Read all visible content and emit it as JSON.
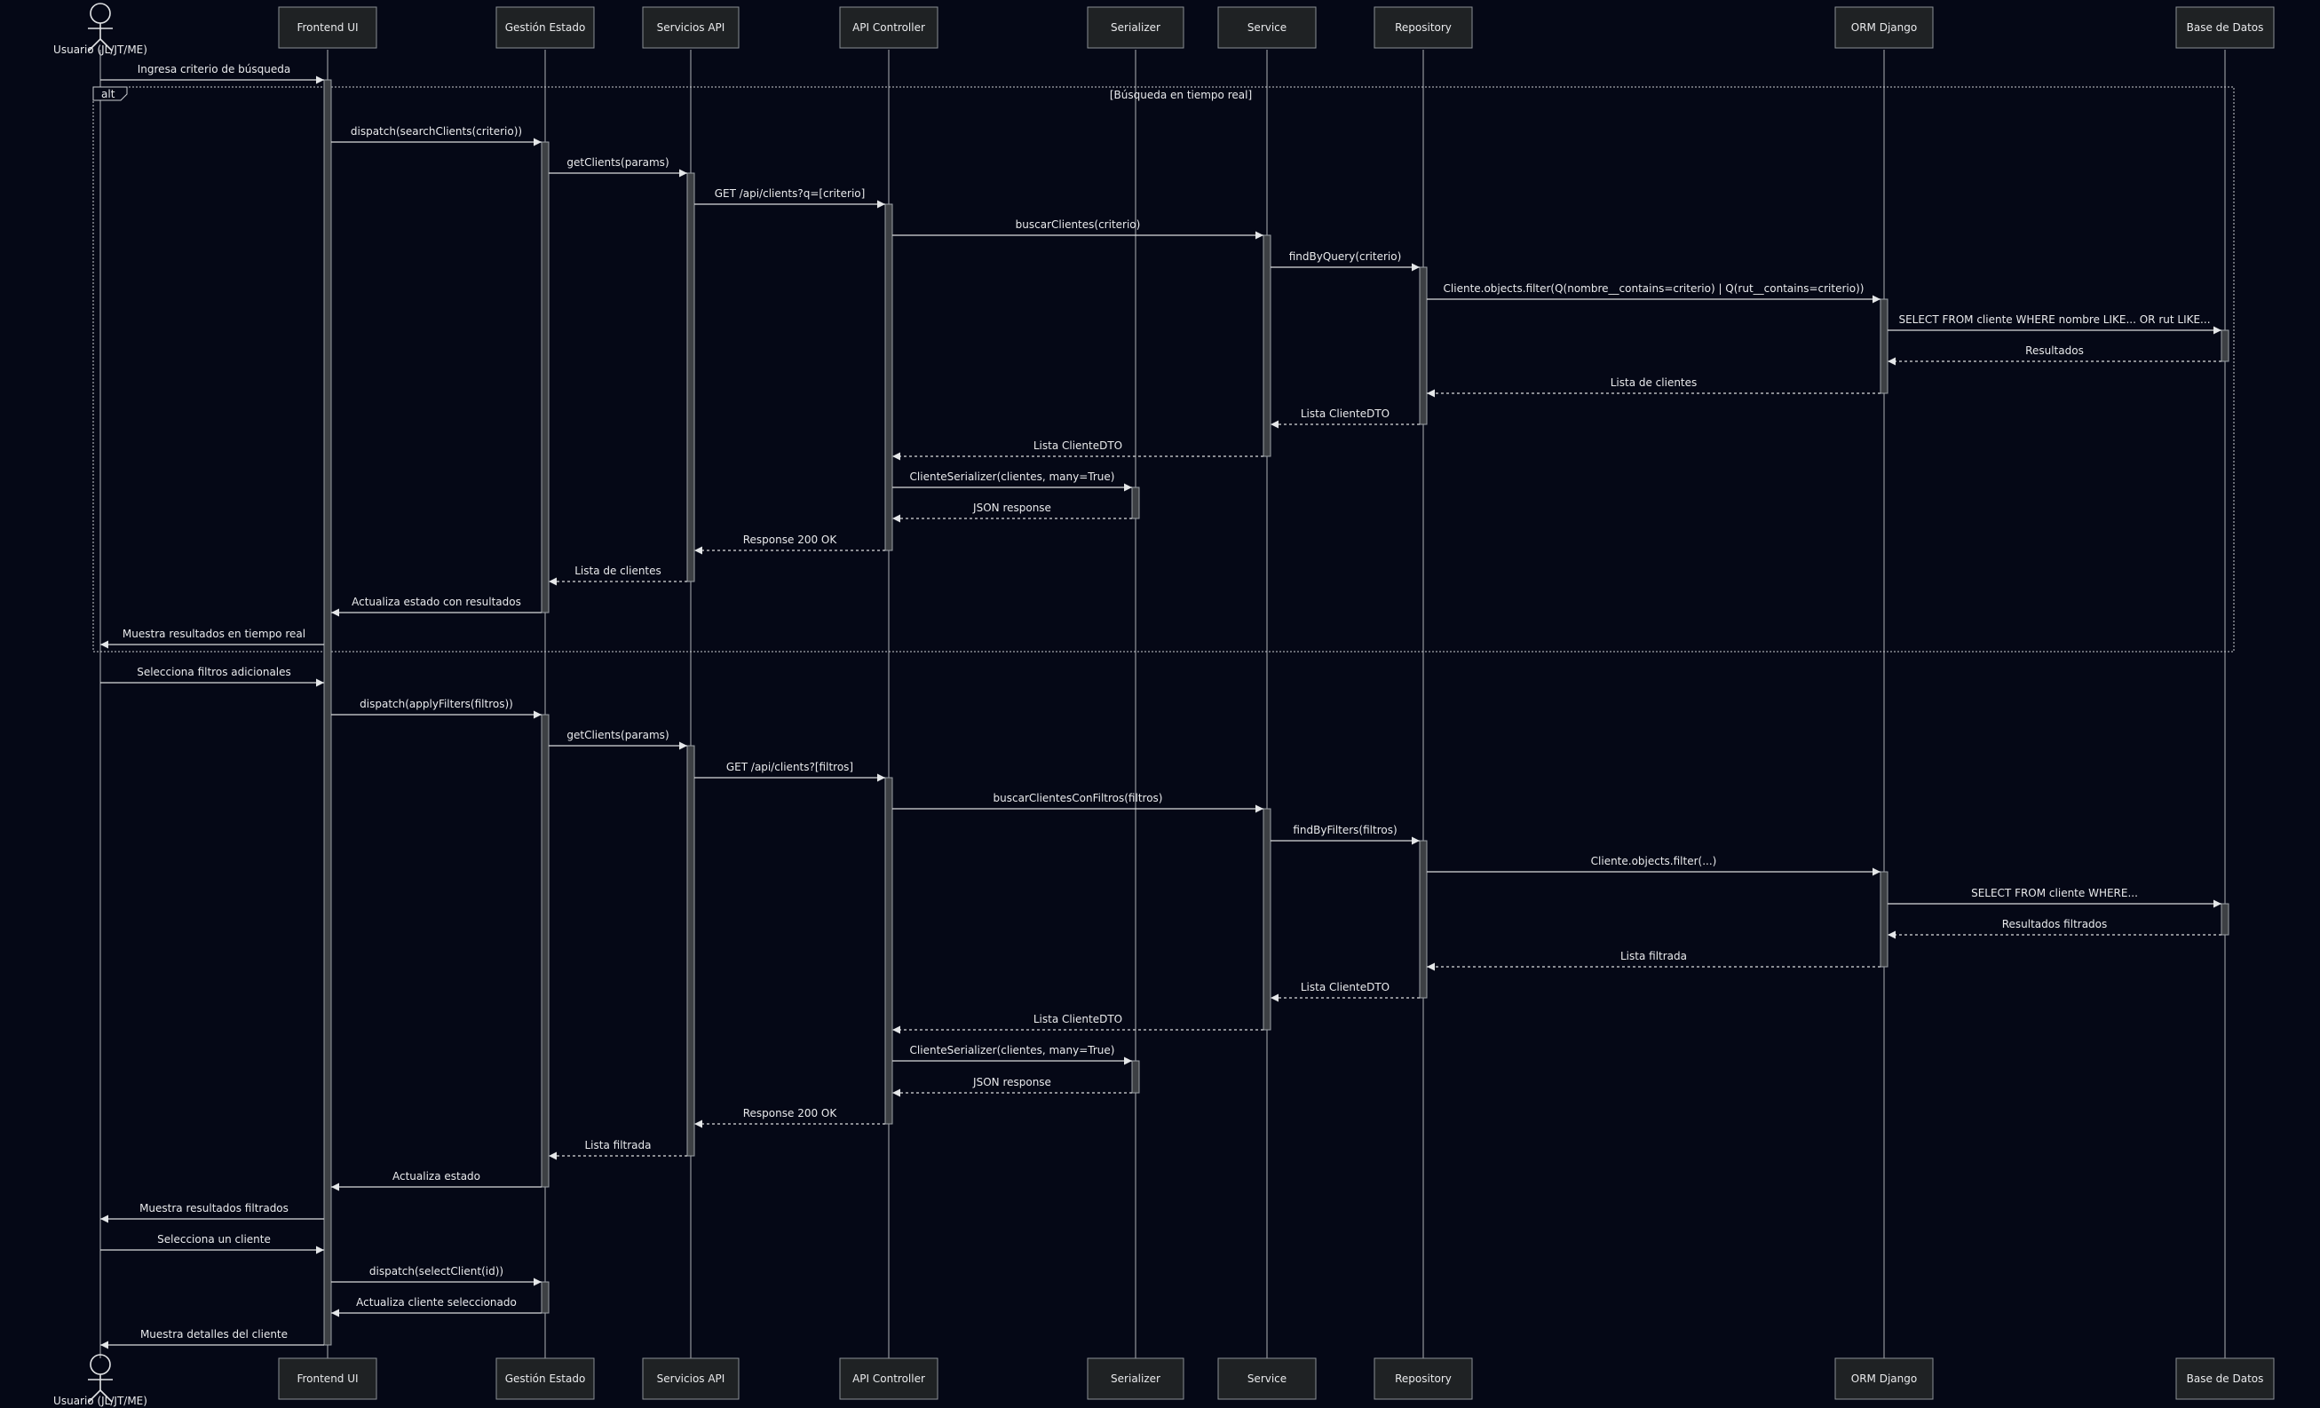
{
  "participants": [
    {
      "id": "usuario",
      "label": "Usuario (JL/JT/ME)",
      "type": "actor"
    },
    {
      "id": "frontend",
      "label": "Frontend UI",
      "type": "box"
    },
    {
      "id": "estado",
      "label": "Gestión Estado",
      "type": "box"
    },
    {
      "id": "api",
      "label": "Servicios API",
      "type": "box"
    },
    {
      "id": "controller",
      "label": "API Controller",
      "type": "box"
    },
    {
      "id": "serializer",
      "label": "Serializer",
      "type": "box"
    },
    {
      "id": "service",
      "label": "Service",
      "type": "box"
    },
    {
      "id": "repository",
      "label": "Repository",
      "type": "box"
    },
    {
      "id": "orm",
      "label": "ORM Django",
      "type": "box"
    },
    {
      "id": "db",
      "label": "Base de Datos",
      "type": "box"
    }
  ],
  "frame": {
    "tag": "alt",
    "title": "[Búsqueda en tiempo real]"
  },
  "messages": [
    {
      "from": "usuario",
      "to": "frontend",
      "label": "Ingresa criterio de búsqueda",
      "style": "solid"
    },
    {
      "from": "frontend",
      "to": "estado",
      "label": "dispatch(searchClients(criterio))",
      "style": "solid"
    },
    {
      "from": "estado",
      "to": "api",
      "label": "getClients(params)",
      "style": "solid"
    },
    {
      "from": "api",
      "to": "controller",
      "label": "GET /api/clients?q=[criterio]",
      "style": "solid"
    },
    {
      "from": "controller",
      "to": "service",
      "label": "buscarClientes(criterio)",
      "style": "solid"
    },
    {
      "from": "service",
      "to": "repository",
      "label": "findByQuery(criterio)",
      "style": "solid"
    },
    {
      "from": "repository",
      "to": "orm",
      "label": "Cliente.objects.filter(Q(nombre__contains=criterio) | Q(rut__contains=criterio))",
      "style": "solid"
    },
    {
      "from": "orm",
      "to": "db",
      "label": "SELECT FROM cliente WHERE nombre LIKE... OR rut LIKE...",
      "style": "solid"
    },
    {
      "from": "db",
      "to": "orm",
      "label": "Resultados",
      "style": "dashed"
    },
    {
      "from": "orm",
      "to": "repository",
      "label": "Lista de clientes",
      "style": "dashed"
    },
    {
      "from": "repository",
      "to": "service",
      "label": "Lista ClienteDTO",
      "style": "dashed"
    },
    {
      "from": "service",
      "to": "controller",
      "label": "Lista ClienteDTO",
      "style": "dashed"
    },
    {
      "from": "controller",
      "to": "serializer",
      "label": "ClienteSerializer(clientes, many=True)",
      "style": "solid"
    },
    {
      "from": "serializer",
      "to": "controller",
      "label": "JSON response",
      "style": "dashed"
    },
    {
      "from": "controller",
      "to": "api",
      "label": "Response 200 OK",
      "style": "dashed"
    },
    {
      "from": "api",
      "to": "estado",
      "label": "Lista de clientes",
      "style": "dashed"
    },
    {
      "from": "estado",
      "to": "frontend",
      "label": "Actualiza estado con resultados",
      "style": "solid"
    },
    {
      "from": "frontend",
      "to": "usuario",
      "label": "Muestra resultados en tiempo real",
      "style": "solid"
    },
    {
      "from": "usuario",
      "to": "frontend",
      "label": "Selecciona filtros adicionales",
      "style": "solid"
    },
    {
      "from": "frontend",
      "to": "estado",
      "label": "dispatch(applyFilters(filtros))",
      "style": "solid"
    },
    {
      "from": "estado",
      "to": "api",
      "label": "getClients(params)",
      "style": "solid"
    },
    {
      "from": "api",
      "to": "controller",
      "label": "GET /api/clients?[filtros]",
      "style": "solid"
    },
    {
      "from": "controller",
      "to": "service",
      "label": "buscarClientesConFiltros(filtros)",
      "style": "solid"
    },
    {
      "from": "service",
      "to": "repository",
      "label": "findByFilters(filtros)",
      "style": "solid"
    },
    {
      "from": "repository",
      "to": "orm",
      "label": "Cliente.objects.filter(...)",
      "style": "solid"
    },
    {
      "from": "orm",
      "to": "db",
      "label": "SELECT FROM cliente WHERE...",
      "style": "solid"
    },
    {
      "from": "db",
      "to": "orm",
      "label": "Resultados filtrados",
      "style": "dashed"
    },
    {
      "from": "orm",
      "to": "repository",
      "label": "Lista filtrada",
      "style": "dashed"
    },
    {
      "from": "repository",
      "to": "service",
      "label": "Lista ClienteDTO",
      "style": "dashed"
    },
    {
      "from": "service",
      "to": "controller",
      "label": "Lista ClienteDTO",
      "style": "dashed"
    },
    {
      "from": "controller",
      "to": "serializer",
      "label": "ClienteSerializer(clientes, many=True)",
      "style": "solid"
    },
    {
      "from": "serializer",
      "to": "controller",
      "label": "JSON response",
      "style": "dashed"
    },
    {
      "from": "controller",
      "to": "api",
      "label": "Response 200 OK",
      "style": "dashed"
    },
    {
      "from": "api",
      "to": "estado",
      "label": "Lista filtrada",
      "style": "dashed"
    },
    {
      "from": "estado",
      "to": "frontend",
      "label": "Actualiza estado",
      "style": "solid"
    },
    {
      "from": "frontend",
      "to": "usuario",
      "label": "Muestra resultados filtrados",
      "style": "solid"
    },
    {
      "from": "usuario",
      "to": "frontend",
      "label": "Selecciona un cliente",
      "style": "solid"
    },
    {
      "from": "frontend",
      "to": "estado",
      "label": "dispatch(selectClient(id))",
      "style": "solid"
    },
    {
      "from": "estado",
      "to": "frontend",
      "label": "Actualiza cliente seleccionado",
      "style": "solid"
    },
    {
      "from": "frontend",
      "to": "usuario",
      "label": "Muestra detalles del cliente",
      "style": "solid"
    }
  ]
}
